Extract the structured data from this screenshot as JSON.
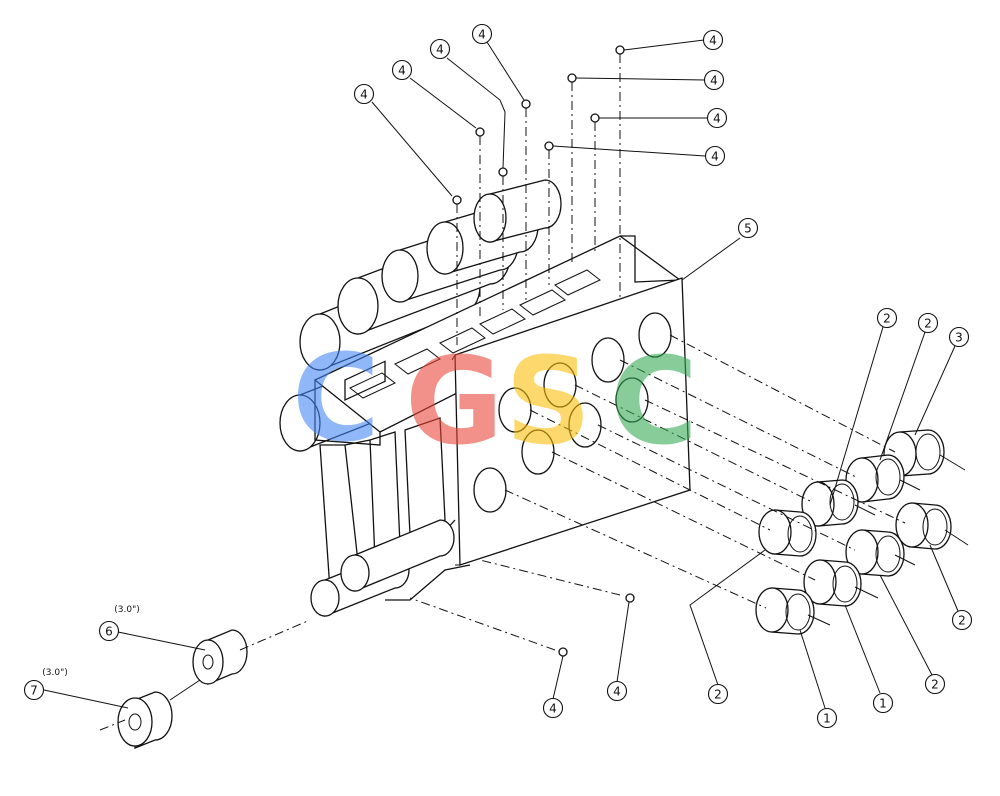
{
  "diagram": {
    "callouts": [
      {
        "id": "c4a",
        "label": "4"
      },
      {
        "id": "c4b",
        "label": "4"
      },
      {
        "id": "c4c",
        "label": "4"
      },
      {
        "id": "c4d",
        "label": "4"
      },
      {
        "id": "c4e",
        "label": "4"
      },
      {
        "id": "c4f",
        "label": "4"
      },
      {
        "id": "c4g",
        "label": "4"
      },
      {
        "id": "c4h",
        "label": "4"
      },
      {
        "id": "c4i",
        "label": "4"
      },
      {
        "id": "c5",
        "label": "5"
      },
      {
        "id": "c2a",
        "label": "2"
      },
      {
        "id": "c2b",
        "label": "2"
      },
      {
        "id": "c3",
        "label": "3"
      },
      {
        "id": "c2c",
        "label": "2"
      },
      {
        "id": "c2d",
        "label": "2"
      },
      {
        "id": "c2e",
        "label": "2"
      },
      {
        "id": "c1a",
        "label": "1"
      },
      {
        "id": "c1b",
        "label": "1"
      },
      {
        "id": "c4j",
        "label": "4"
      },
      {
        "id": "c4k",
        "label": "4"
      },
      {
        "id": "c6",
        "label": "6"
      },
      {
        "id": "c7",
        "label": "7"
      }
    ],
    "dimensions": {
      "part6_length": "(3.0\")",
      "part7_length": "(3.0\")"
    },
    "watermark": {
      "letters": [
        {
          "char": "C",
          "color": "#4285F4"
        },
        {
          "char": "G",
          "color": "#EA4335"
        },
        {
          "char": "S",
          "color": "#FBBC05"
        },
        {
          "char": "C",
          "color": "#34A853"
        }
      ]
    }
  }
}
